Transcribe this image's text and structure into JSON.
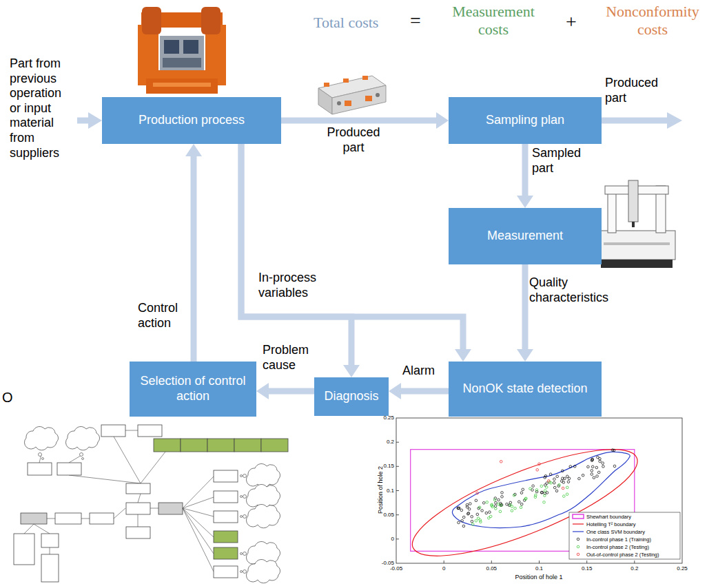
{
  "diagram": {
    "nodes": [
      {
        "text": [
          "Production process"
        ]
      },
      {
        "text": [
          "Sampling plan"
        ]
      },
      {
        "text": [
          "Measurement"
        ]
      },
      {
        "text": [
          "NonOK state detection"
        ]
      },
      {
        "text": [
          "Diagnosis"
        ]
      },
      {
        "text": [
          "Selection of control action"
        ]
      }
    ],
    "edges": [
      {
        "from": 0,
        "to": 1,
        "arrow": "to",
        "label": "Produced part"
      },
      {
        "from": 1,
        "to": 2,
        "arrow": "to",
        "label": "Sampled part"
      },
      {
        "from": 2,
        "to": 3,
        "arrow": "to",
        "label": "Quality characteristics"
      },
      {
        "from": 0,
        "to": 4,
        "arrow": "to",
        "label": "In-process variables"
      },
      {
        "from": 0,
        "to": 3,
        "arrow": "to"
      },
      {
        "from": 3,
        "to": 4,
        "arrow": "to",
        "label": "Alarm"
      },
      {
        "from": 4,
        "to": 5,
        "arrow": "to",
        "label": "Problem cause"
      },
      {
        "from": 5,
        "to": 0,
        "arrow": "to",
        "label": "Control action"
      }
    ],
    "labels": [
      "Total costs",
      "=",
      "Measurement costs",
      "+",
      "Nonconformity costs",
      "Part from previous operation or input material from suppliers",
      "Produced part",
      "O",
      "-0.05",
      "0",
      "0.05",
      "0.1",
      "0.15",
      "0.2",
      "0.25",
      "-0.05",
      "0",
      "0.05",
      "0.1",
      "0.15",
      "0.2",
      "0.25",
      "Position of hole 1",
      "Position of hole 2"
    ],
    "legend": [
      {
        "text": "Shewhart boundary"
      },
      {
        "text": "Hotelling T² boundary"
      },
      {
        "text": "One class SVM boundary"
      },
      {
        "text": "In-control phase 1 (Training)"
      },
      {
        "text": "In-control phase 2 (Testing)"
      },
      {
        "text": "Out-of-control phase 2 (Testing)"
      }
    ]
  }
}
